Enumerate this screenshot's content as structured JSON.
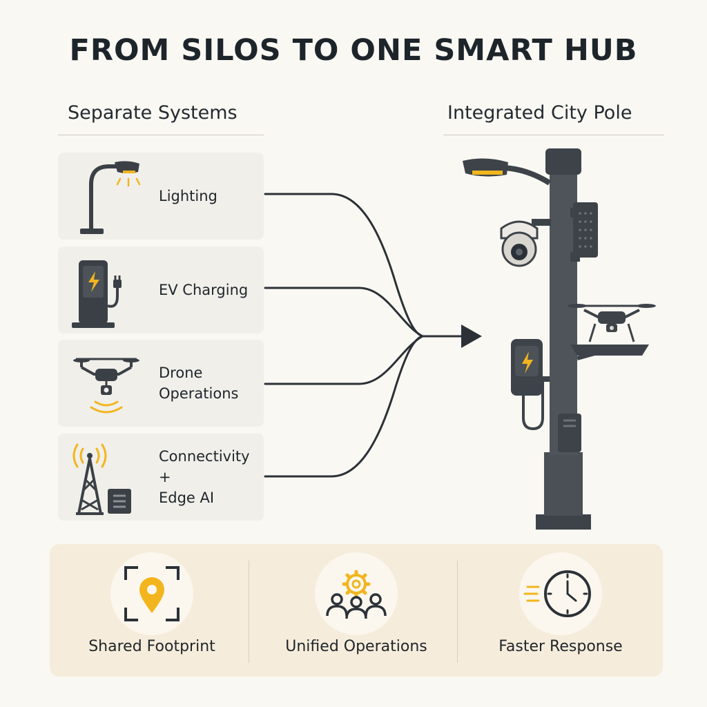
{
  "title": "FROM SILOS TO ONE SMART HUB",
  "left_heading": "Separate Systems",
  "right_heading": "Integrated City Pole",
  "systems": [
    {
      "lines": [
        "Lighting"
      ],
      "icon": "street-lamp-icon"
    },
    {
      "lines": [
        "EV Charging"
      ],
      "icon": "ev-charger-icon"
    },
    {
      "lines": [
        "Drone",
        "Operations"
      ],
      "icon": "drone-icon"
    },
    {
      "lines": [
        "Connectivity +",
        "Edge AI"
      ],
      "icon": "cell-tower-icon"
    }
  ],
  "benefits": [
    {
      "label": "Shared Footprint",
      "icon": "location-pin-icon"
    },
    {
      "label": "Unified Operations",
      "icon": "team-gear-icon"
    },
    {
      "label": "Faster Response",
      "icon": "fast-clock-icon"
    }
  ],
  "colors": {
    "accent": "#f2b51d",
    "dark": "#3a4046",
    "card": "#f1efea",
    "benefit_panel": "#f6ecdb"
  }
}
